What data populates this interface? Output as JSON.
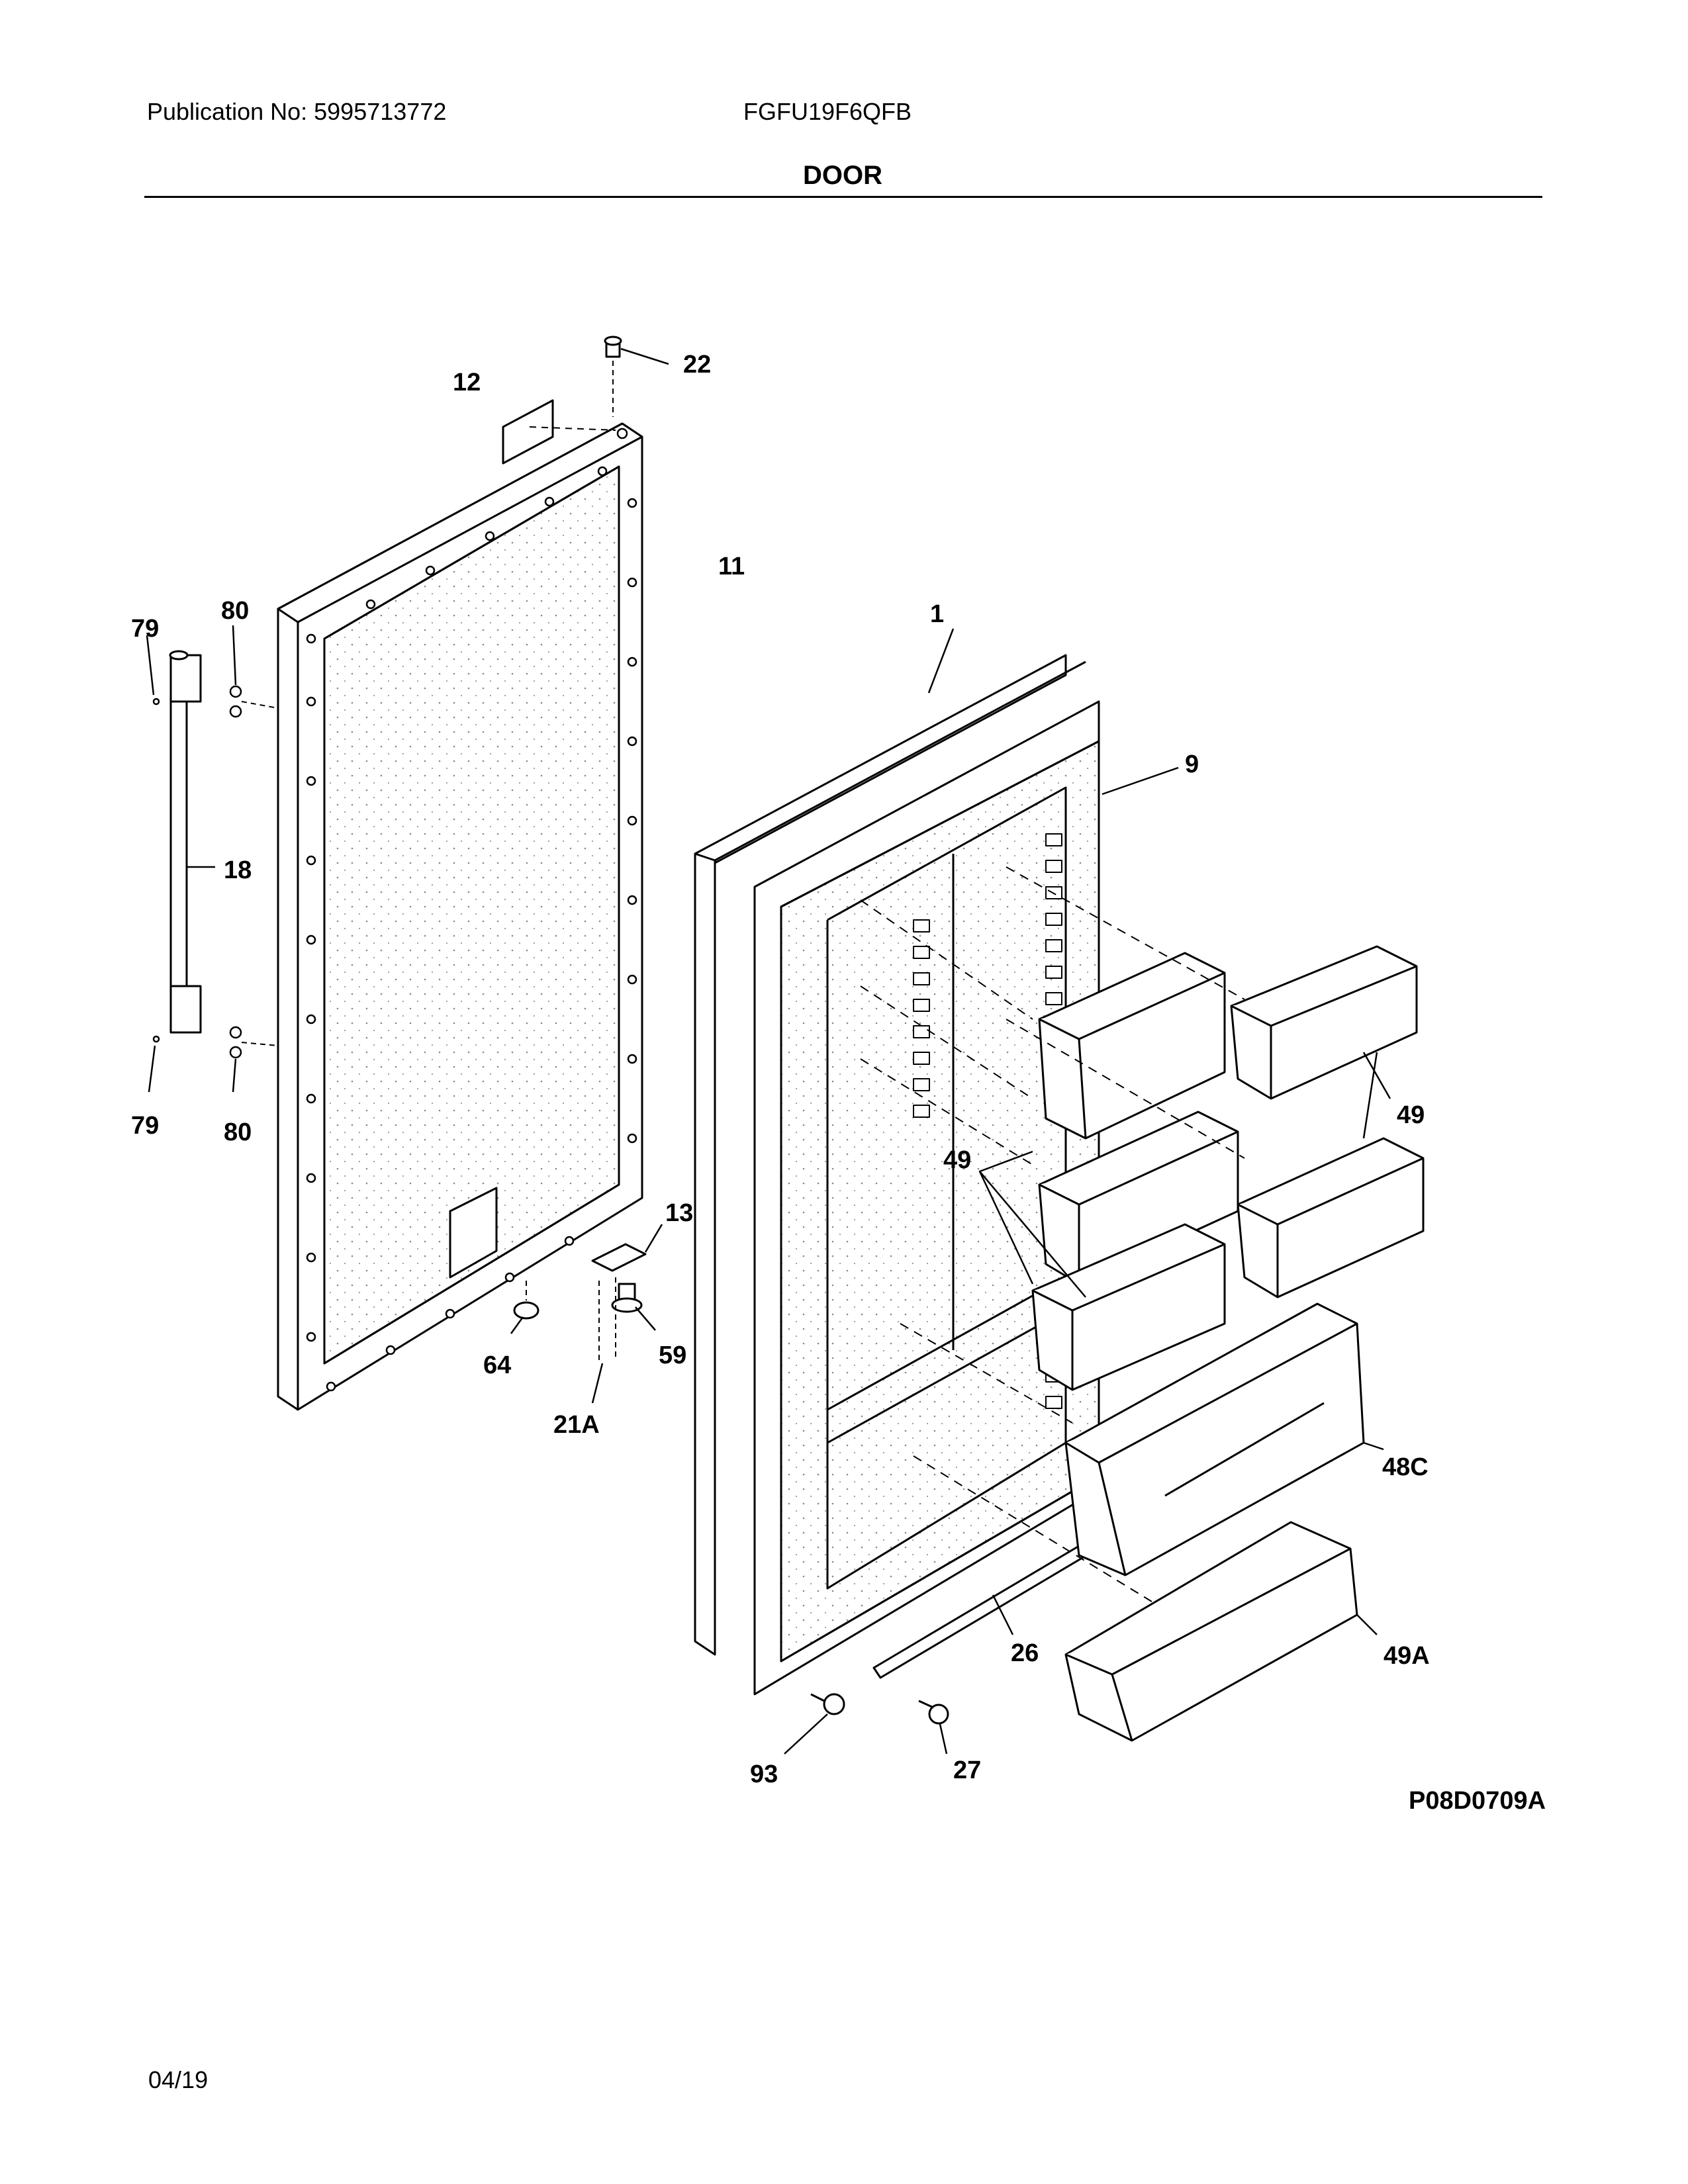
{
  "header": {
    "publication": "Publication No: 5995713772",
    "model": "FGFU19F6QFB",
    "section_title": "DOOR"
  },
  "callouts": {
    "c1": "1",
    "c9": "9",
    "c11": "11",
    "c12": "12",
    "c13": "13",
    "c18": "18",
    "c21a": "21A",
    "c22": "22",
    "c26": "26",
    "c27": "27",
    "c48c": "48C",
    "c49_top_right": "49",
    "c49_left": "49",
    "c49a": "49A",
    "c59": "59",
    "c64": "64",
    "c79_top": "79",
    "c79_bottom": "79",
    "c80_top": "80",
    "c80_bottom": "80",
    "c93": "93"
  },
  "footer": {
    "drawing_id": "P08D0709A",
    "date": "04/19"
  }
}
